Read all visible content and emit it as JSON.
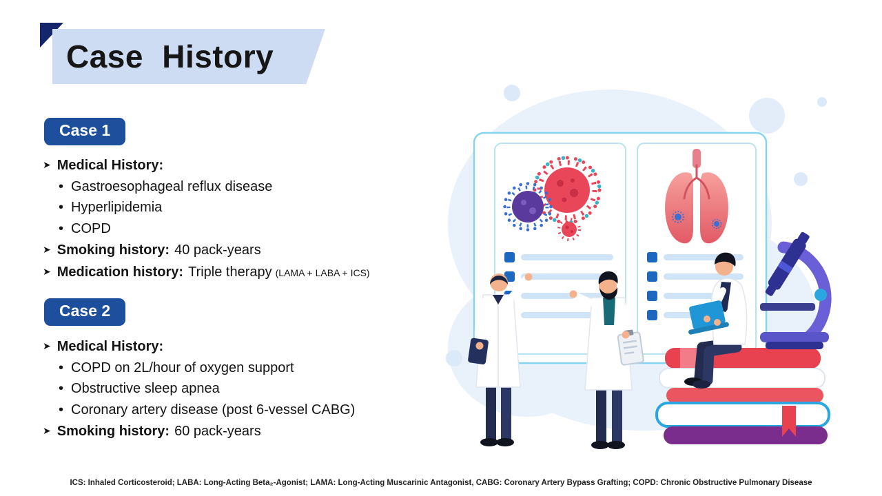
{
  "title": "Case History",
  "glyphs": {
    "arrow": "➤",
    "bullet": "•"
  },
  "colors": {
    "accent_blue": "#1d4f9c",
    "banner_blue": "#cddcf2",
    "navy_triangle": "#15256b",
    "virus_red": "#e9465a",
    "virus_purple": "#5b3a9e"
  },
  "case1": {
    "badge": "Case 1",
    "medical_history_label": "Medical History:",
    "bullets": [
      "Gastroesophageal reflux disease",
      "Hyperlipidemia",
      "COPD"
    ],
    "smoking_label": "Smoking history:",
    "smoking_value": "40 pack-years",
    "medication_label": "Medication history:",
    "medication_value": "Triple therapy",
    "medication_note": "(LAMA + LABA + ICS)"
  },
  "case2": {
    "badge": "Case 2",
    "medical_history_label": "Medical History:",
    "bullets": [
      "COPD on 2L/hour of oxygen support",
      "Obstructive sleep apnea",
      "Coronary artery disease (post 6-vessel CABG)"
    ],
    "smoking_label": "Smoking history:",
    "smoking_value": "60 pack-years"
  },
  "footnote": "ICS: Inhaled Corticosteroid; LABA: Long-Acting Beta₂-Agonist; LAMA: Long-Acting Muscarinic Antagonist, CABG: Coronary Artery Bypass Grafting; COPD: Chronic Obstructive Pulmonary Disease"
}
